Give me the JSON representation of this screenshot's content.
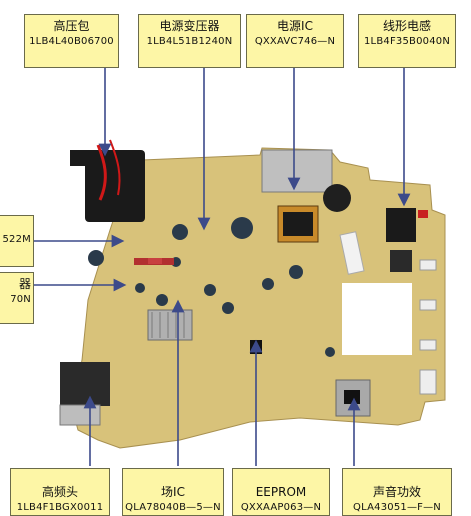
{
  "labels": {
    "hv_pack": {
      "name": "高压包",
      "code": "1LB4L40B06700"
    },
    "power_xfmr": {
      "name": "电源变压器",
      "code": "1LB4L51B1240N"
    },
    "power_ic": {
      "name": "电源IC",
      "code": "QXXAVC746—N"
    },
    "line_ind": {
      "name": "线形电感",
      "code": "1LB4F35B0040N"
    },
    "left_upper": {
      "name": "",
      "code": "522M"
    },
    "left_lower": {
      "name": "器",
      "code": "70N"
    },
    "tuner": {
      "name": "高频头",
      "code": "1LB4F1BGX0011"
    },
    "field_ic": {
      "name": "场IC",
      "code": "QLA78040B—5—N"
    },
    "eeprom": {
      "name": "EEPROM",
      "code": "QXXAAP063—N"
    },
    "audio_amp": {
      "name": "声音功效",
      "code": "QLA43051—F—N"
    }
  },
  "colors": {
    "label_bg": "#fdf6a6",
    "arrow": "#3c4a8a",
    "board": "#d8c27a"
  }
}
